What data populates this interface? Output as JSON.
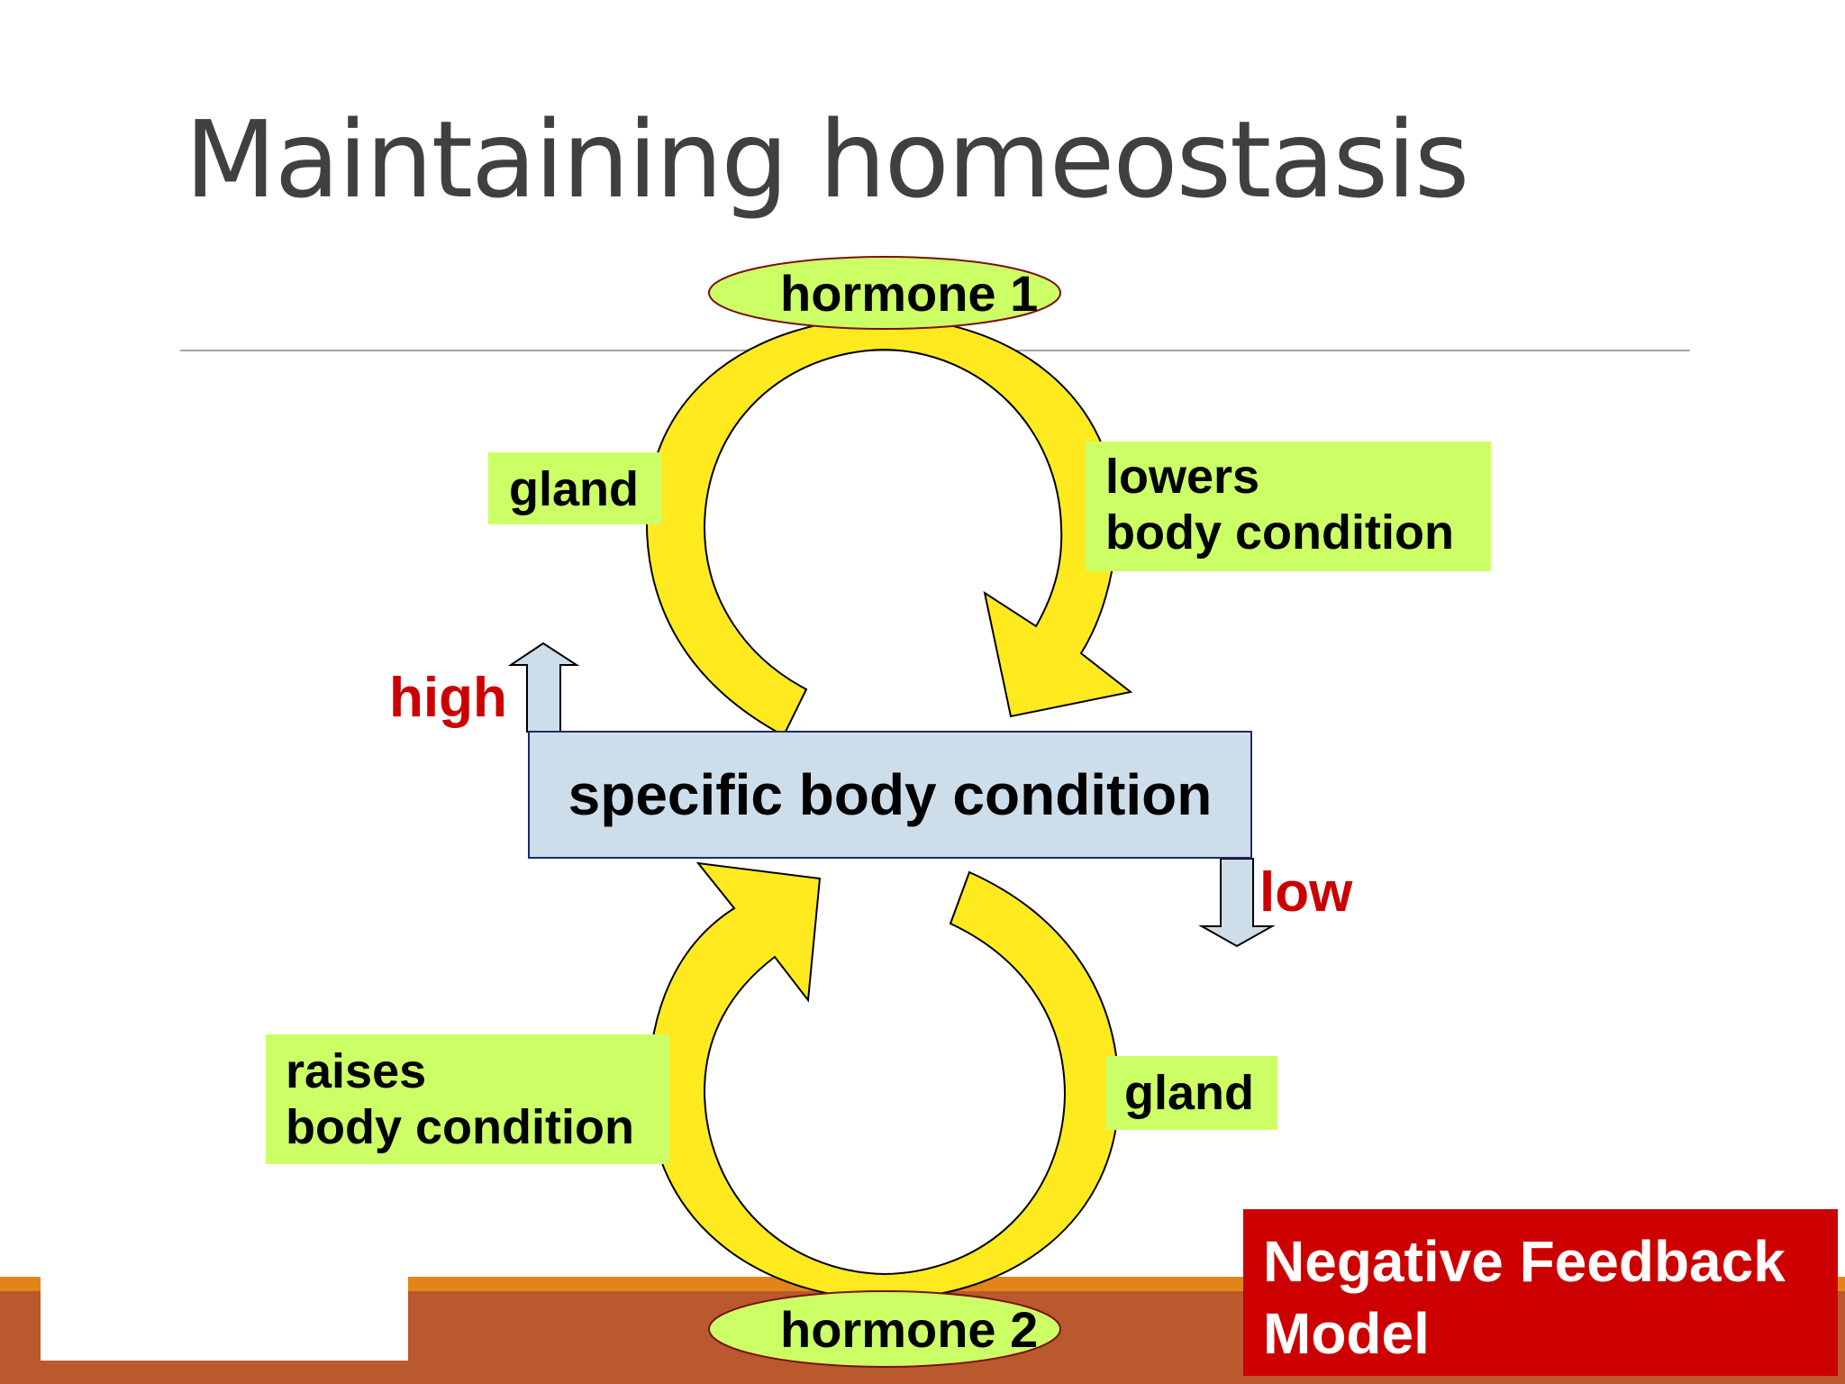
{
  "slide": {
    "title": "Maintaining homeostasis",
    "colors": {
      "title": "#404040",
      "arrow_fill": "#ffea1f",
      "label_fill": "#ccff66",
      "center_fill": "#cddde9",
      "red_text": "#cc0000",
      "footer_orange": "#e3841a",
      "footer_rust": "#b9592d",
      "badge_red": "#cc0000"
    }
  },
  "diagram": {
    "center": "specific body condition",
    "top_loop": {
      "hormone": "hormone 1",
      "gland": "gland",
      "effect_line1": "lowers",
      "effect_line2": "body condition",
      "trigger": "high"
    },
    "bottom_loop": {
      "hormone": "hormone 2",
      "gland": "gland",
      "effect_line1": "raises",
      "effect_line2": "body condition",
      "trigger": "low"
    }
  },
  "badge": {
    "line1": "Negative Feedback",
    "line2": "Model"
  }
}
